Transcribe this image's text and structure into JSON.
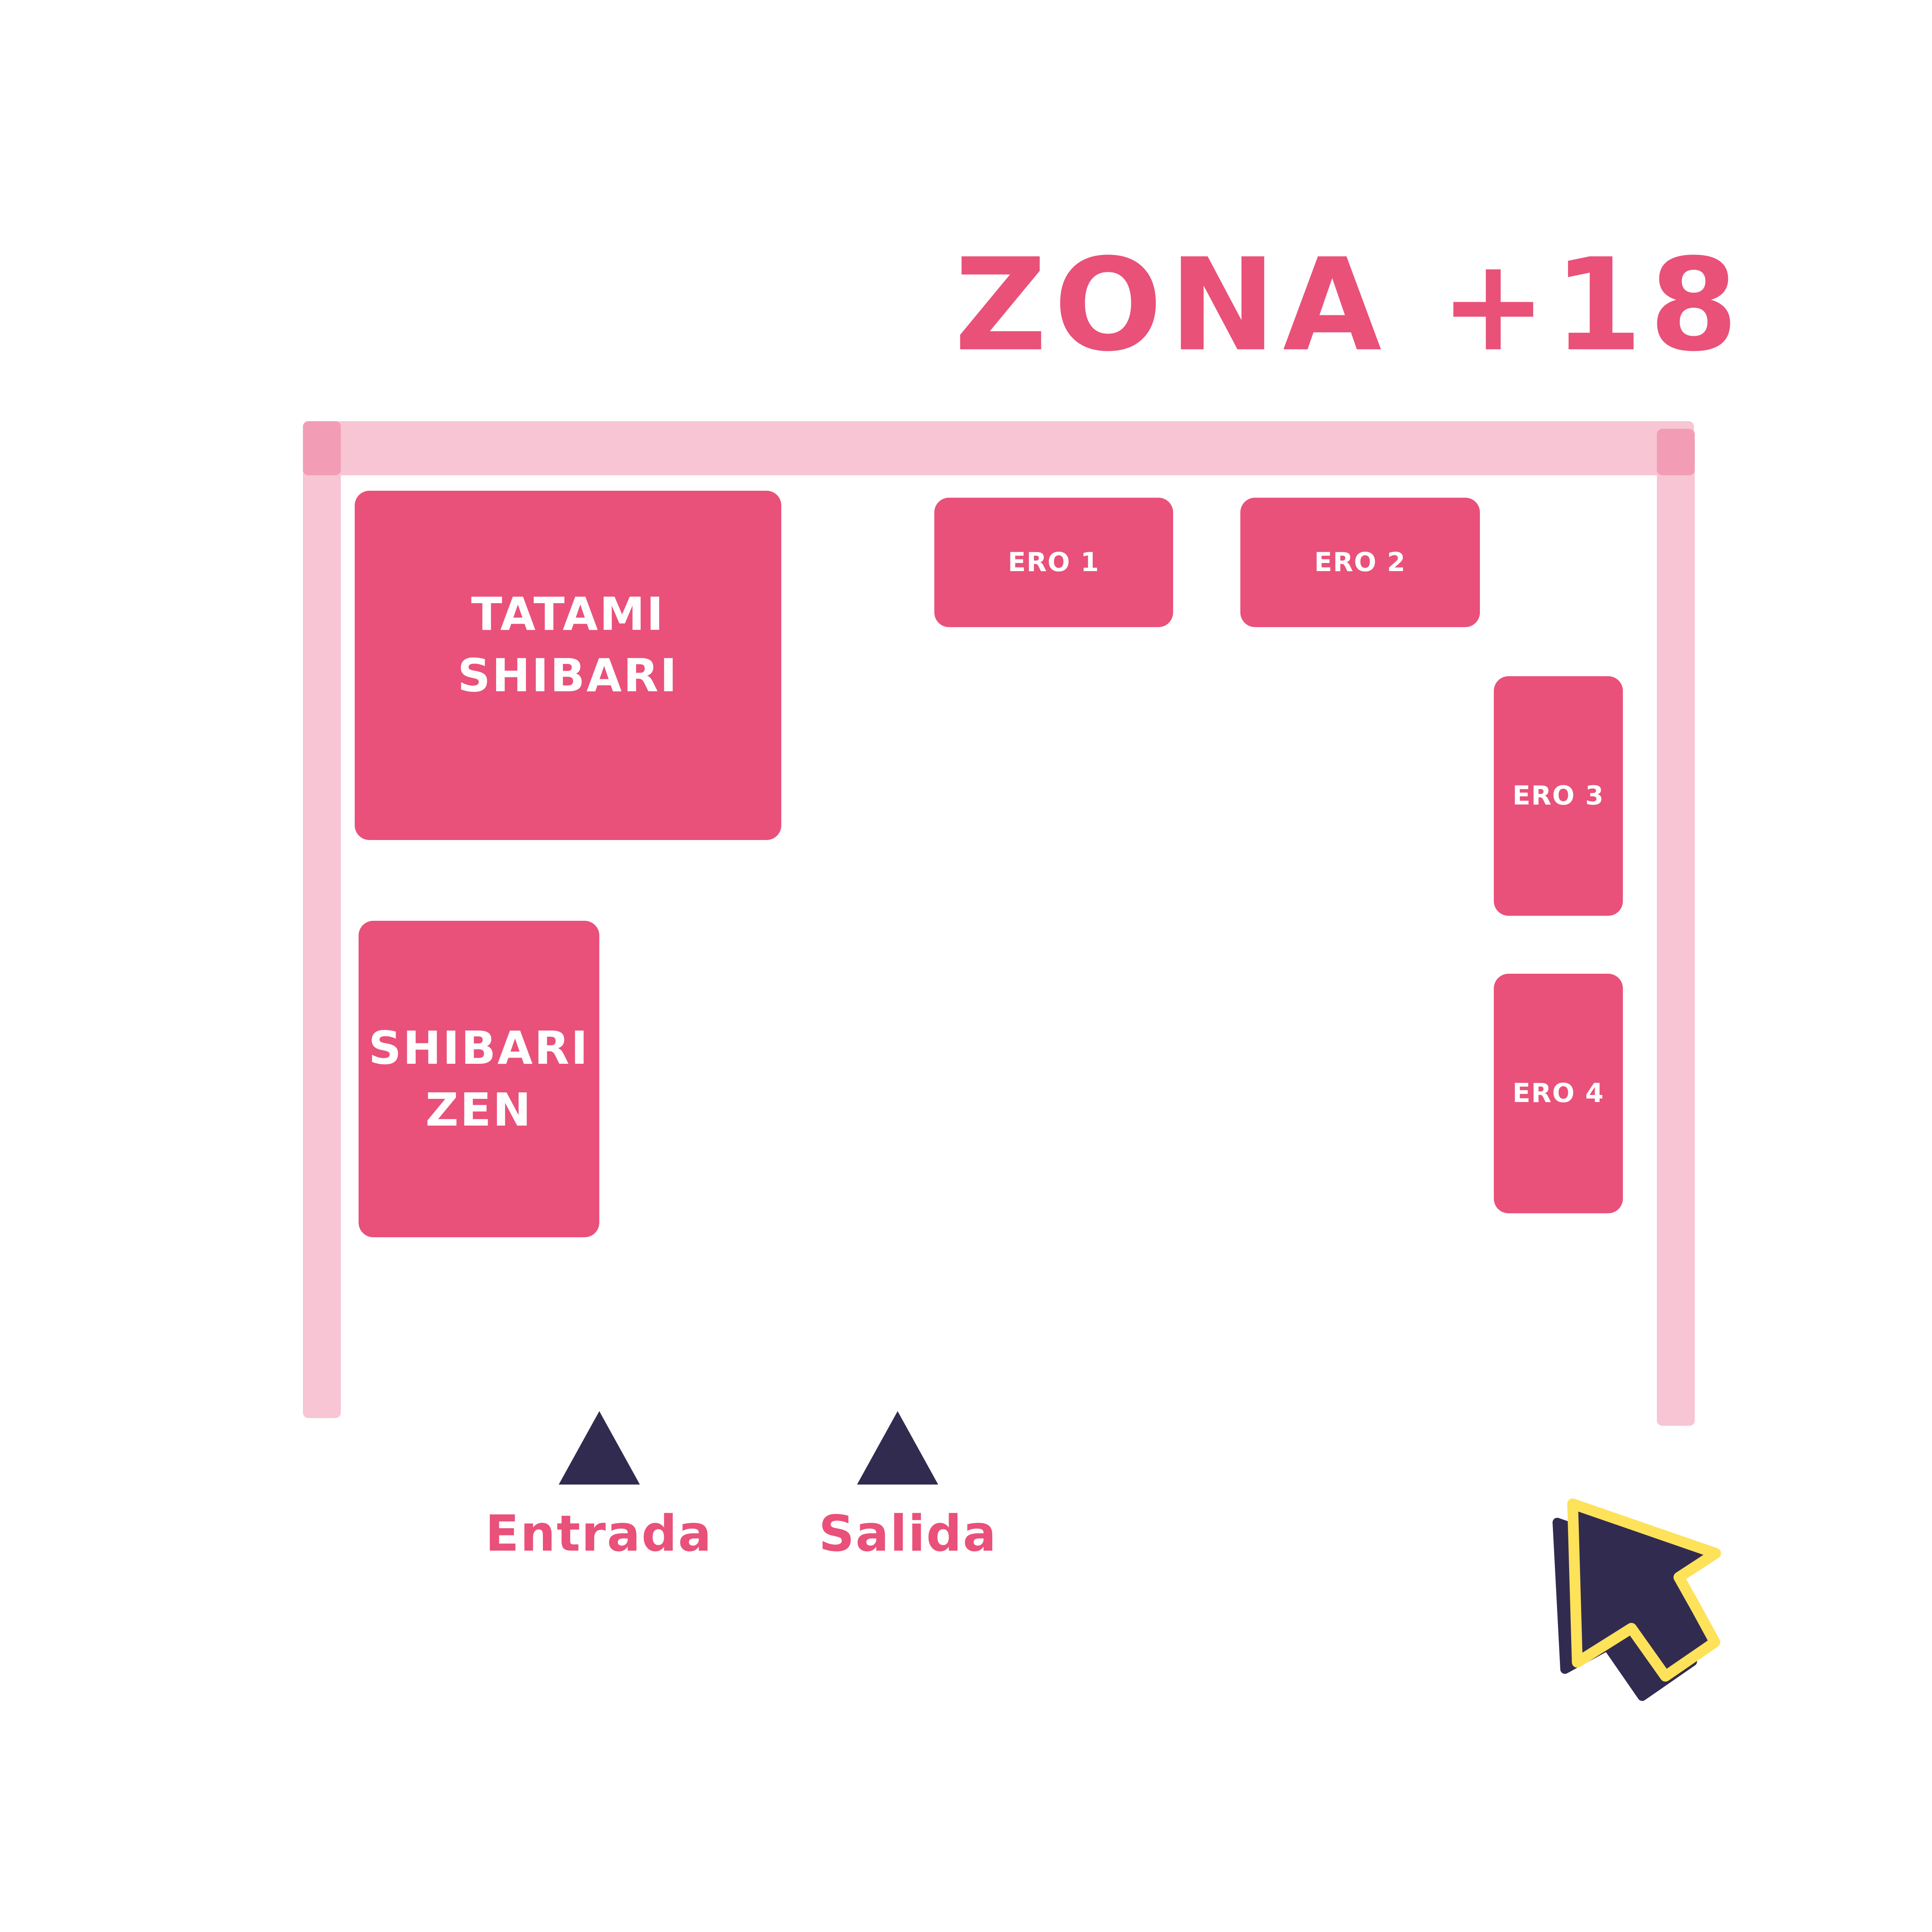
{
  "title": "ZONA +18",
  "colors": {
    "accent": "#e9517a",
    "wall": "#f7c5d3",
    "wall_corner": "#f29cb5",
    "navy": "#322b50",
    "cursor_outline": "#fde25a",
    "background": "#ffffff"
  },
  "stands": {
    "tatami_shibari": "TATAMI\nSHIBARI",
    "shibari_zen": "SHIBARI\nZEN",
    "ero_1": "ERO 1",
    "ero_2": "ERO 2",
    "ero_3": "ERO 3",
    "ero_4": "ERO 4"
  },
  "doors": {
    "entrada": "Entrada",
    "salida": "Salida"
  },
  "icons": {
    "door_arrow": "triangle-up-icon",
    "cursor": "cursor-arrow-icon"
  }
}
